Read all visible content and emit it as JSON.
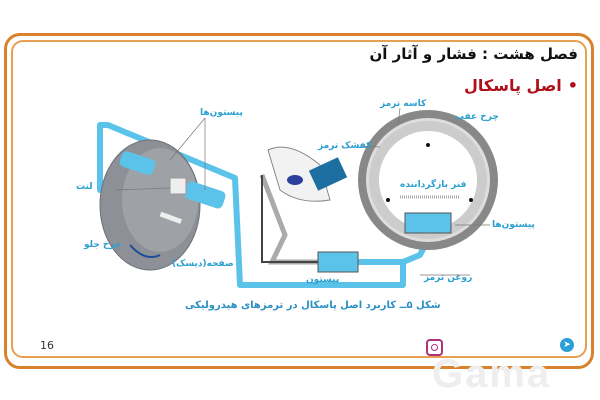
{
  "slide": {
    "title": "فصل هشت : فشار و آثار آن",
    "bullet": "اصل پاسکال",
    "page_number": "16",
    "watermark": "Gama",
    "icons": [
      "instagram-icon",
      "telegram-icon"
    ]
  },
  "diagram": {
    "labels": {
      "pistons_left": "پیستون‌ها",
      "pad": "لنت",
      "front_wheel": "چرخ جلو",
      "disc": "صفحه(دیسک)",
      "piston_master": "پیستون",
      "brake_fluid": "روغن ترمز",
      "brake_drum": "کاسه ترمز",
      "rear_wheel": "چرخ عقب",
      "brake_shoe": "کفشک ترمز",
      "return_spring": "فنر بازگرداننده",
      "pistons_right": "پیستون‌ها"
    },
    "caption": "شکل ۵ــ کاربرد اصل پاسکال در ترمزهای هیدرولیکی"
  },
  "colors": {
    "frame": "#d9822b",
    "heading": "#b0101a",
    "fluid": "#5bc3ea",
    "label": "#2a9fd0"
  }
}
